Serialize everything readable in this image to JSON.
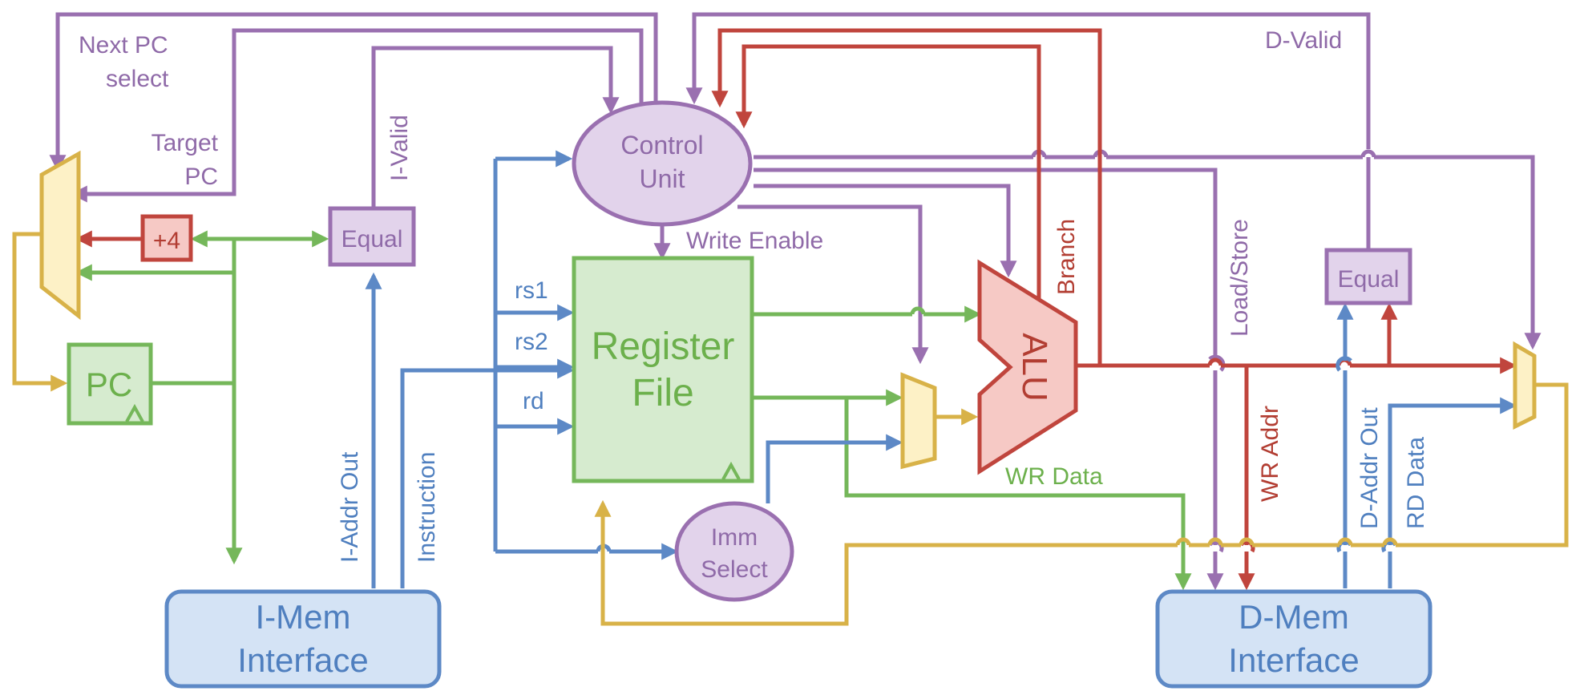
{
  "colors": {
    "purple": "#9a70b0",
    "purple_fill": "#e2d3eb",
    "green": "#75b75a",
    "green_fill": "#d6ebcf",
    "red": "#c0453d",
    "red_fill": "#f6c9c5",
    "blue": "#5d89c6",
    "blue_fill": "#d4e3f5",
    "yellow": "#d8b248",
    "yellow_fill": "#fdf1c6"
  },
  "blocks": {
    "control_unit": [
      "Control",
      "Unit"
    ],
    "register_file": [
      "Register",
      "File"
    ],
    "imm_select": [
      "Imm",
      "Select"
    ],
    "imem": [
      "I-Mem",
      "Interface"
    ],
    "dmem": [
      "D-Mem",
      "Interface"
    ],
    "pc": "PC",
    "plus4": "+4",
    "equal_left": "Equal",
    "equal_right": "Equal",
    "alu": "ALU"
  },
  "labels": {
    "next_pc_select": [
      "Next PC",
      "select"
    ],
    "target_pc": [
      "Target",
      "PC"
    ],
    "i_valid": "I-Valid",
    "d_valid": "D-Valid",
    "write_enable": "Write Enable",
    "branch": "Branch",
    "load_store": "Load/Store",
    "rs1": "rs1",
    "rs2": "rs2",
    "rd": "rd",
    "wr_data": "WR Data",
    "wr_addr": "WR Addr",
    "d_addr_out": "D-Addr Out",
    "rd_data": "RD Data",
    "i_addr_out": "I-Addr Out",
    "instruction": "Instruction"
  }
}
